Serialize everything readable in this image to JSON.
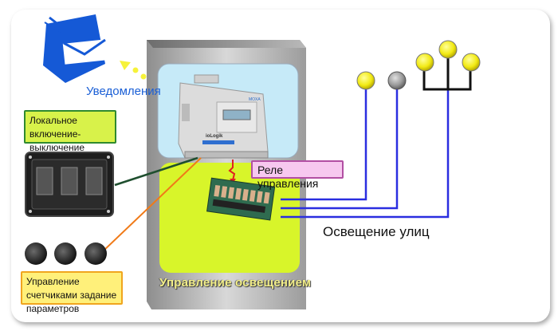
{
  "labels": {
    "notifications": "Уведомления",
    "local_switch": "Локальное включение-выключение",
    "counters_control": "Управление счетчиками задание параметров",
    "control_relay": "Реле управления",
    "street_lighting": "Освещение улиц",
    "lighting_control": "Управление освещением"
  },
  "device": {
    "brand": "MOXA",
    "model": "ioLogik"
  },
  "icons": {
    "notification": "envelope-icon",
    "controller": "iologik-controller",
    "relay": "relay-board",
    "switches": "rocker-switch-panel",
    "knobs": "control-knobs",
    "lamps": "street-lamp-icon"
  },
  "lamps": [
    {
      "state": "on",
      "color": "#f2ea14"
    },
    {
      "state": "off",
      "color": "#9a9a9a"
    },
    {
      "state": "on",
      "color": "#f2ea14"
    },
    {
      "state": "on",
      "color": "#f2ea14"
    },
    {
      "state": "on",
      "color": "#f2ea14"
    }
  ],
  "colors": {
    "wire_blue": "#2a2ee0",
    "wire_green": "#1f4f2f",
    "wire_orange": "#f07a18",
    "wire_red": "#e02020",
    "signal_yellow": "#f6f23a",
    "cabinet_top": "#c6eaf8",
    "cabinet_bottom": "#d8f52a"
  }
}
